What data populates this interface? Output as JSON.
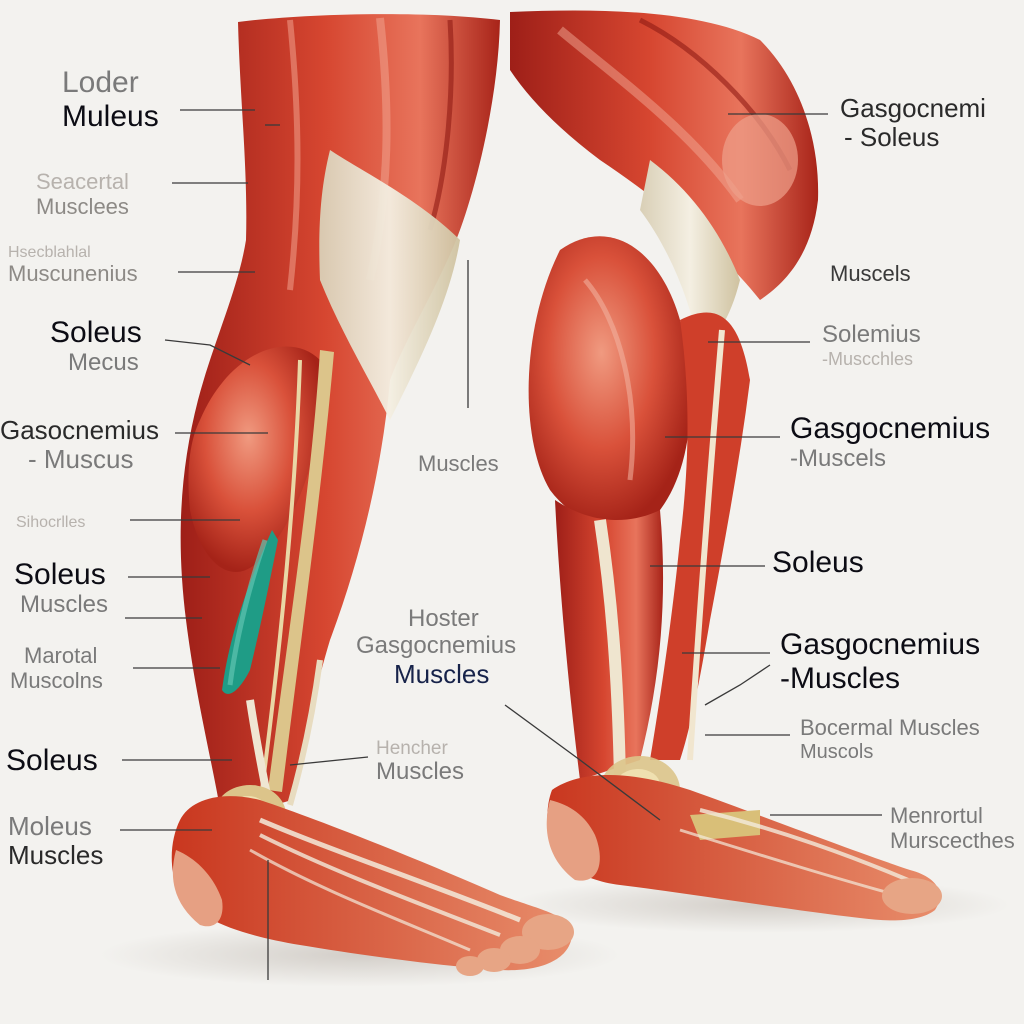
{
  "labels": {
    "left_1": {
      "line1": "Loder",
      "line2": "Muleus"
    },
    "left_2": {
      "line1": "Seacertal",
      "line2": "Musclees"
    },
    "left_3": {
      "line1": "Hsecblahlal",
      "line2": "Muscunenius"
    },
    "left_4": {
      "line1": "Soleus",
      "line2": "Mecus"
    },
    "left_5": {
      "line1": "Gasocnemius",
      "line2": "- Muscus"
    },
    "left_6": {
      "line1": "Sihocrlles"
    },
    "left_7": {
      "line1": "Soleus",
      "line2": "Muscles"
    },
    "left_8": {
      "line1": "Marotal",
      "line2": "Muscolns"
    },
    "left_9": {
      "line1": "Soleus"
    },
    "left_10": {
      "line1": "Moleus",
      "line2": "Muscles"
    },
    "center_1": {
      "line1": "Muscles"
    },
    "center_2": {
      "line1": "Hoster",
      "line2": "Gasgocnemius",
      "line3": "Muscles"
    },
    "center_3": {
      "line1": "Hencher",
      "line2": "Muscles"
    },
    "right_1": {
      "line1": "Gasgocnemi",
      "line2": "- Soleus"
    },
    "right_2": {
      "line1": "Muscels"
    },
    "right_3": {
      "line1": "Solemius",
      "line2": "-Muscchles"
    },
    "right_4": {
      "line1": "Gasgocnemius",
      "line2": "-Muscels"
    },
    "right_5": {
      "line1": "Soleus"
    },
    "right_6": {
      "line1": "Gasgocnemius",
      "line2": "-Muscles"
    },
    "right_7": {
      "line1": "Bocermal Muscles",
      "line2": "Muscols"
    },
    "right_8": {
      "line1": "Menrortul",
      "line2": "Murscecthes"
    }
  },
  "colors": {
    "background": "#f3f2ef",
    "muscle_dark": "#b5281f",
    "muscle": "#d84a34",
    "muscle_light": "#ea8a73",
    "tendon": "#ece3cf",
    "bone": "#dcc48a",
    "teal_muscle": "#1f9c86",
    "skin": "#e7a585",
    "leader_line": "#3a3a3a"
  }
}
